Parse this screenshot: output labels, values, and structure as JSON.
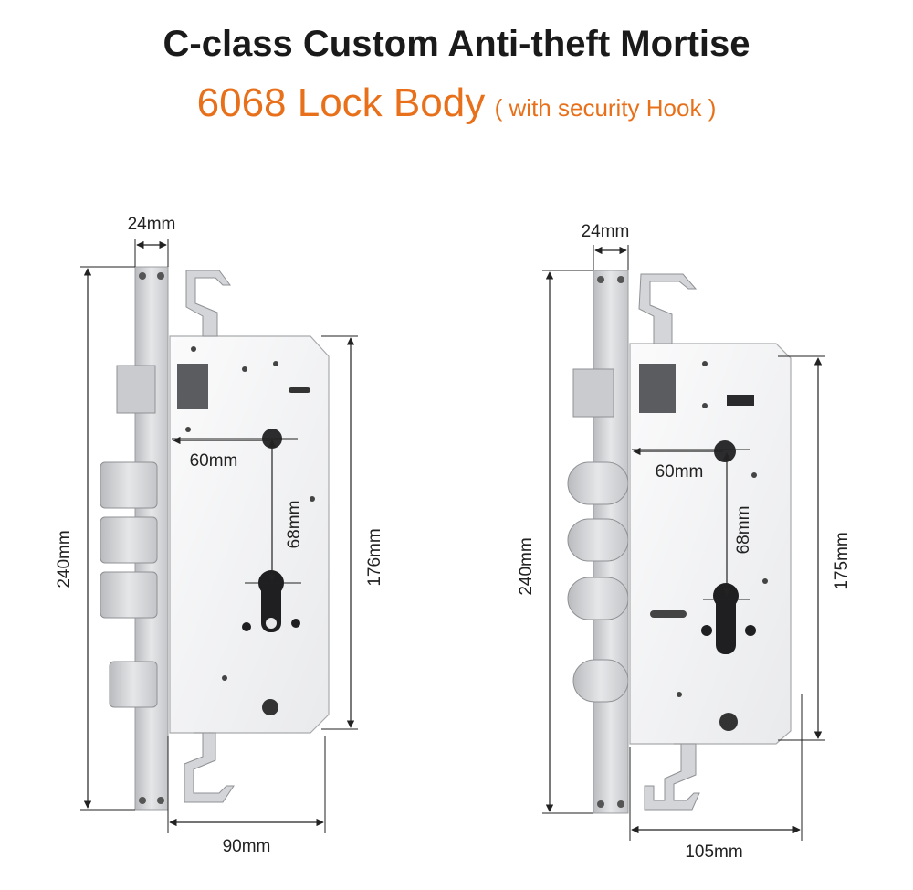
{
  "header": {
    "title": "C-class Custom Anti-theft Mortise",
    "subtitle_main": "6068 Lock Body",
    "subtitle_note": "( with security Hook )"
  },
  "left_lock": {
    "dim_faceplate_width": "24mm",
    "dim_total_height": "240mm",
    "dim_backset": "60mm",
    "dim_center_distance": "68mm",
    "dim_case_height": "176mm",
    "dim_case_depth": "90mm"
  },
  "right_lock": {
    "dim_faceplate_width": "24mm",
    "dim_total_height": "240mm",
    "dim_backset": "60mm",
    "dim_center_distance": "68mm",
    "dim_case_height": "175mm",
    "dim_case_depth": "105mm"
  },
  "colors": {
    "title": "#1a1a1a",
    "accent": "#e8701a",
    "metal": "#d9dadc",
    "plate": "#f3f4f6"
  }
}
